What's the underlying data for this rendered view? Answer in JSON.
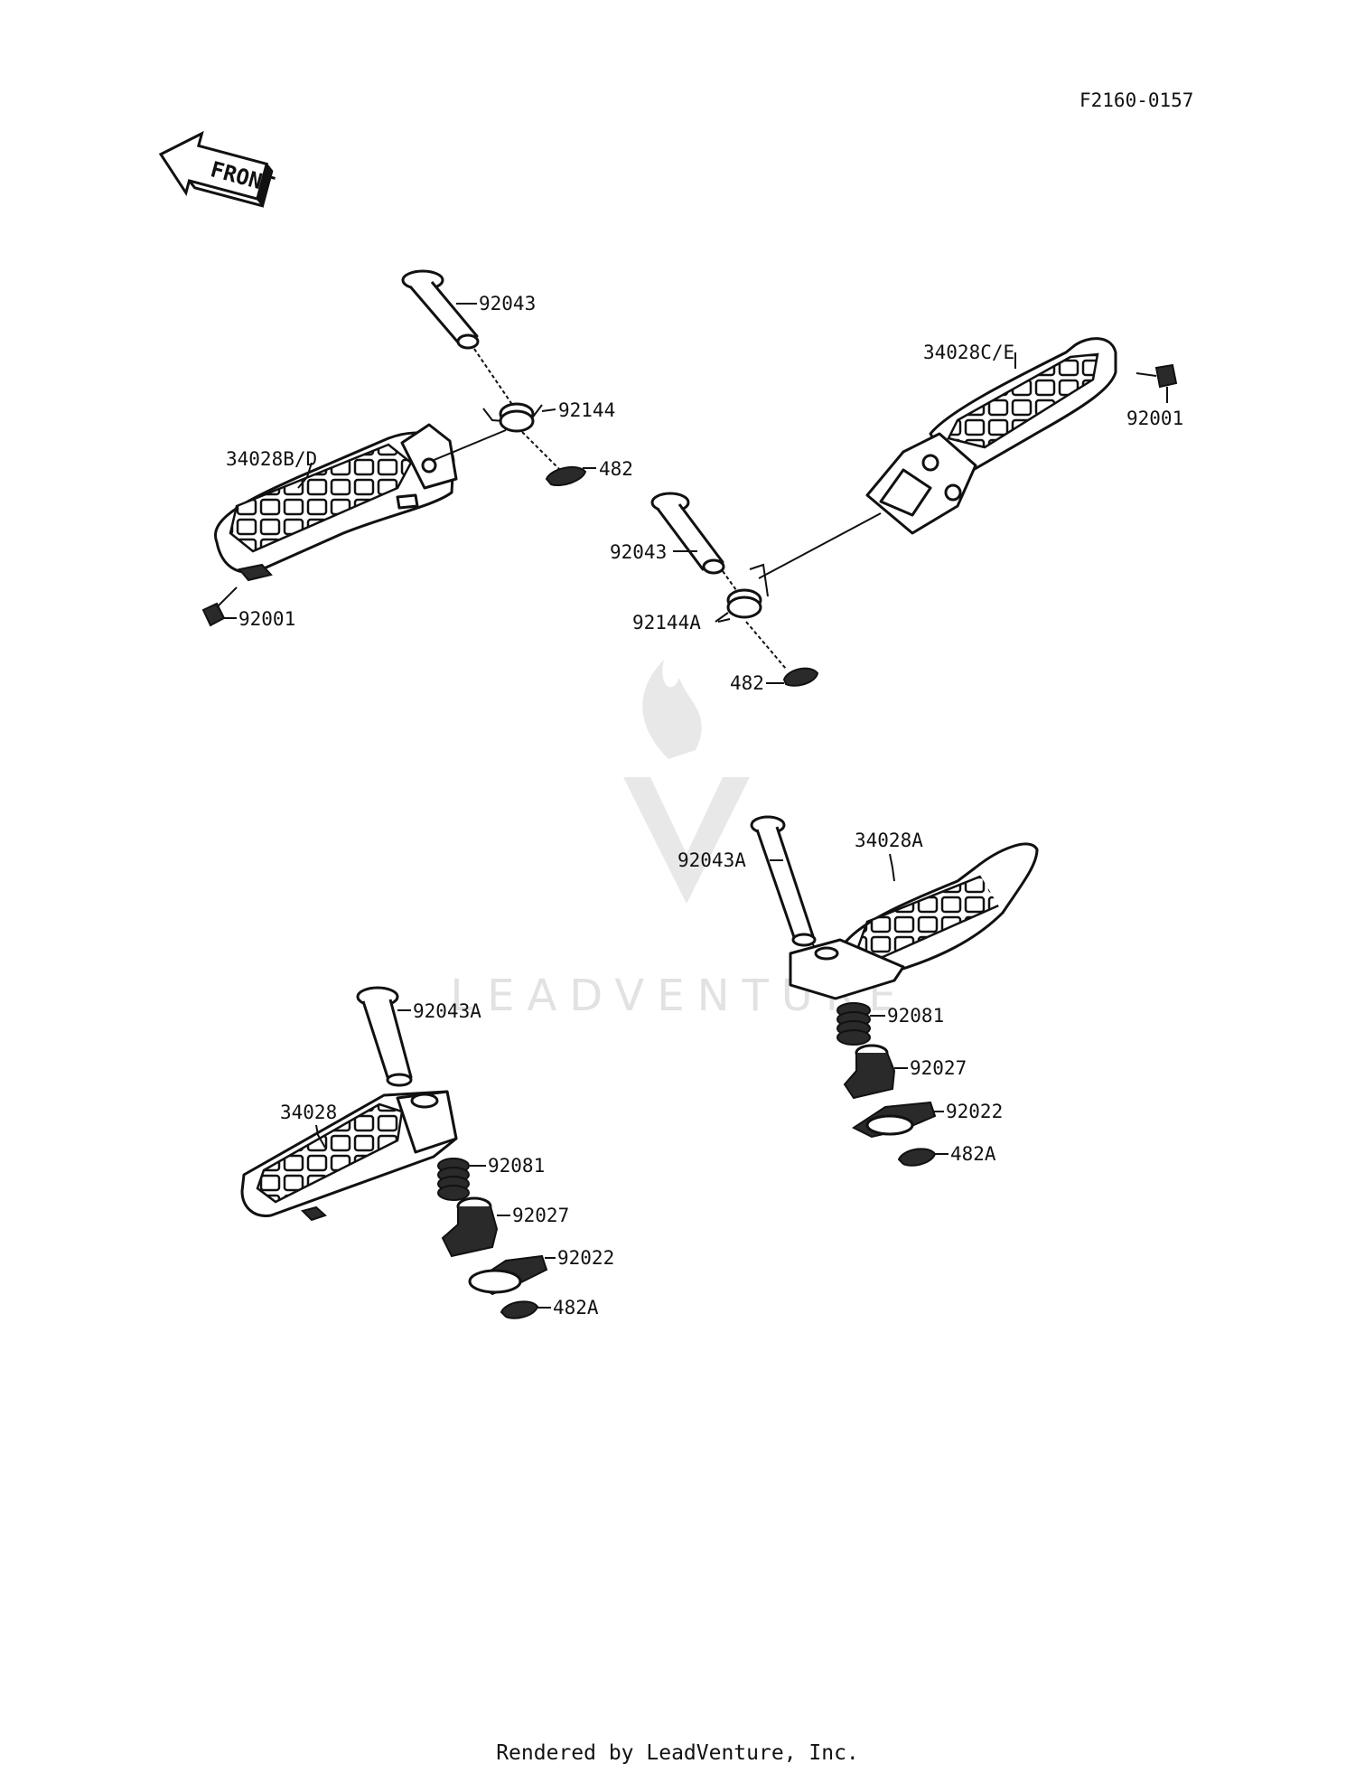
{
  "diagram_id": "F2160-0157",
  "front_arrow_label": "FRONT",
  "watermark": "LEADVENTURE",
  "footer": "Rendered by LeadVenture, Inc.",
  "callouts": {
    "top_left": {
      "pin": "92043",
      "spring": "92144",
      "clip": "482",
      "footpeg": "34028B/D",
      "bolt": "92001"
    },
    "top_right": {
      "footpeg": "34028C/E",
      "bolt": "92001",
      "pin": "92043",
      "spring": "92144A",
      "clip": "482"
    },
    "bottom_left": {
      "pin": "92043A",
      "footpeg": "34028",
      "spring": "92081",
      "holder": "92027",
      "plate": "92022",
      "clip": "482A"
    },
    "bottom_right": {
      "pin": "92043A",
      "footpeg": "34028A",
      "spring": "92081",
      "holder": "92027",
      "plate": "92022",
      "clip": "482A"
    }
  }
}
